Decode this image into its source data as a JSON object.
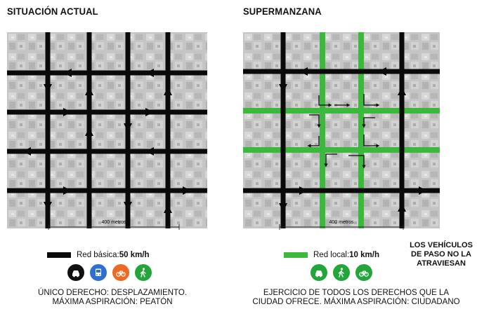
{
  "left": {
    "title": "SITUACIÓN ACTUAL",
    "scale_label": "400 metros",
    "legend_label": "Red básica: ",
    "legend_speed": "50 km/h",
    "legend_color": "#0a0a0a",
    "icons": [
      {
        "name": "car-icon",
        "color": "#111111"
      },
      {
        "name": "bus-icon",
        "color": "#2f6fd0"
      },
      {
        "name": "bicycle-icon",
        "color": "#ee6a23"
      },
      {
        "name": "pedestrian-icon",
        "color": "#22a63a"
      }
    ],
    "caption_line1": "ÚNICO DERECHO: DESPLAZAMIENTO.",
    "caption_line2": "MÁXIMA ASPIRACIÓN: PEATÓN"
  },
  "right": {
    "title": "SUPERMANZANA",
    "scale_label": "400 metros",
    "legend_label": "Red local: ",
    "legend_speed": "10 km/h",
    "legend_color": "#3cb83c",
    "icons": [
      {
        "name": "car-icon",
        "color": "#22a63a"
      },
      {
        "name": "pedestrian-icon",
        "color": "#22a63a"
      },
      {
        "name": "bicycle-icon",
        "color": "#22a63a"
      }
    ],
    "note_line1": "LOS VEHÍCULOS",
    "note_line2": "DE PASO NO LA",
    "note_line3": "ATRAVIESAN",
    "caption_line1": "EJERCICIO DE TODOS LOS DERECHOS QUE LA",
    "caption_line2": "CIUDAD OFRECE. MÁXIMA ASPIRACIÓN: CIUDADANO"
  }
}
